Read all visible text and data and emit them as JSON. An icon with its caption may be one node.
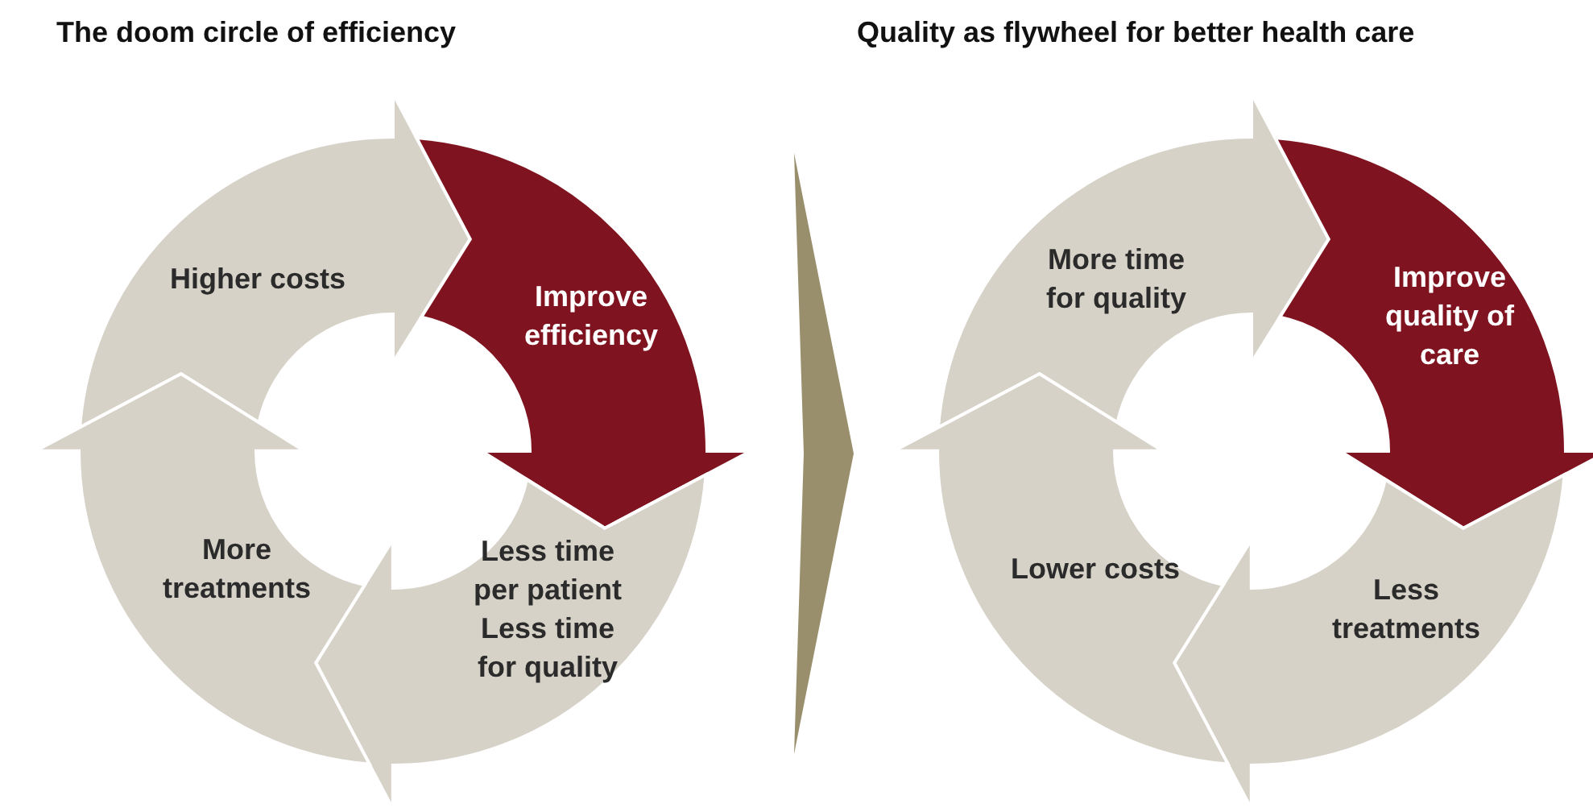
{
  "diagram": {
    "nodes": [
      {
        "text": [
          "The doom circle of efficiency"
        ]
      },
      {
        "text": [
          "Higher costs"
        ],
        "in": 0
      },
      {
        "text": [
          "Improve efficiency"
        ],
        "in": 0
      },
      {
        "text": [
          "Less time per patient",
          "Less time for quality"
        ],
        "in": 0
      },
      {
        "text": [
          "More treatments"
        ],
        "in": 0
      },
      {
        "text": [
          "Quality as flywheel for better health care"
        ]
      },
      {
        "text": [
          "More time for quality"
        ],
        "in": 5
      },
      {
        "text": [
          "Improve quality of care"
        ],
        "in": 5
      },
      {
        "text": [
          "Less treatments"
        ],
        "in": 5
      },
      {
        "text": [
          "Lower costs"
        ],
        "in": 5
      }
    ],
    "edges": [
      {
        "from": 0,
        "to": 5,
        "arrow": "to"
      }
    ]
  }
}
